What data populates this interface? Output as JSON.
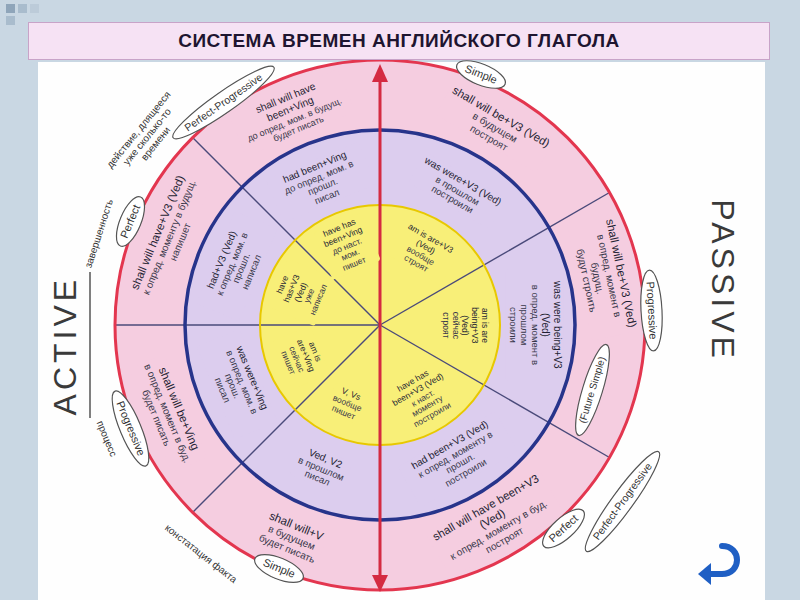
{
  "diagram": {
    "title": "СИСТЕМА ВРЕМЕН АНГЛИЙСКОГО ГЛАГОЛА",
    "nodes": [
      {
        "text": [
          "СИСТЕМА ВРЕМЕН АНГЛИЙСКОГО ГЛАГОЛА"
        ]
      },
      {
        "text": [
          "shall will have been+Ving",
          "до опред. мом. в будущ.",
          "будет писать"
        ]
      },
      {
        "text": [
          "shall will have+V3 (Ved)",
          "к опред. моменту в будущ.",
          "напишет"
        ]
      },
      {
        "text": [
          "shall will be+Ving",
          "в опред. момент в буд.",
          "будет писать"
        ]
      },
      {
        "text": [
          "shall will+V",
          "в будущем",
          "будет писать"
        ]
      },
      {
        "text": [
          "had been+Ving",
          "до опред. мом. в прошл.",
          "писал"
        ]
      },
      {
        "text": [
          "had+V3 (Ved)",
          "к опред. мом. в прошл.",
          "написал"
        ]
      },
      {
        "text": [
          "was were+Ving",
          "в опред. мом. в прош.",
          "писал"
        ]
      },
      {
        "text": [
          "Ved, V2",
          "в прошлом",
          "писал"
        ]
      },
      {
        "text": [
          "have has been+Ving",
          "до наст. мом.",
          "пишет"
        ]
      },
      {
        "text": [
          "have has+V3 (Ved)",
          "уже",
          "написал"
        ]
      },
      {
        "text": [
          "am is are+Ving",
          "сейчас",
          "пишет"
        ]
      },
      {
        "text": [
          "V, Vs",
          "вообще",
          "пишет"
        ]
      },
      {
        "text": [
          "shall will be+V3 (Ved)",
          "в будущем",
          "построят"
        ]
      },
      {
        "text": [
          "shall will be+V3 (Ved)",
          "в опред. момент в будущ.",
          "будут строить"
        ]
      },
      {
        "text": [
          "shall will have been+V3 (Ved)",
          "к опред. моменту в буд.",
          "построят"
        ]
      },
      {
        "text": [
          "was were+V3 (Ved)",
          "в прошлом",
          "построили"
        ]
      },
      {
        "text": [
          "was were being+V3 (Ved)",
          "в опред. момент в прошлом",
          "строили"
        ]
      },
      {
        "text": [
          "had been+V3 (Ved)",
          "к опред. моменту в прошл.",
          "построили"
        ]
      },
      {
        "text": [
          "am is are+V3 (Ved)",
          "вообще",
          "строят"
        ]
      },
      {
        "text": [
          "am is are being+V3 (Ved)",
          "сейчас",
          "строят"
        ]
      },
      {
        "text": [
          "have has been+V3 (Ved)",
          "к наст. моменту",
          "построили"
        ]
      },
      {
        "text": [
          "Perfect-Progressive"
        ]
      },
      {
        "text": [
          "Perfect"
        ]
      },
      {
        "text": [
          "Progressive"
        ]
      },
      {
        "text": [
          "Simple"
        ]
      },
      {
        "text": [
          "Simple"
        ]
      },
      {
        "text": [
          "Progressive"
        ]
      },
      {
        "text": [
          "Perfect"
        ]
      },
      {
        "text": [
          "Perfect-Progressive"
        ]
      },
      {
        "text": [
          "(Future Simple)"
        ]
      }
    ],
    "labels": [
      "ACTIVE",
      "PASSIVE",
      "действие, длящееся уже сколько-то времени",
      "завершенность",
      "процесс",
      "констатация факта"
    ]
  }
}
